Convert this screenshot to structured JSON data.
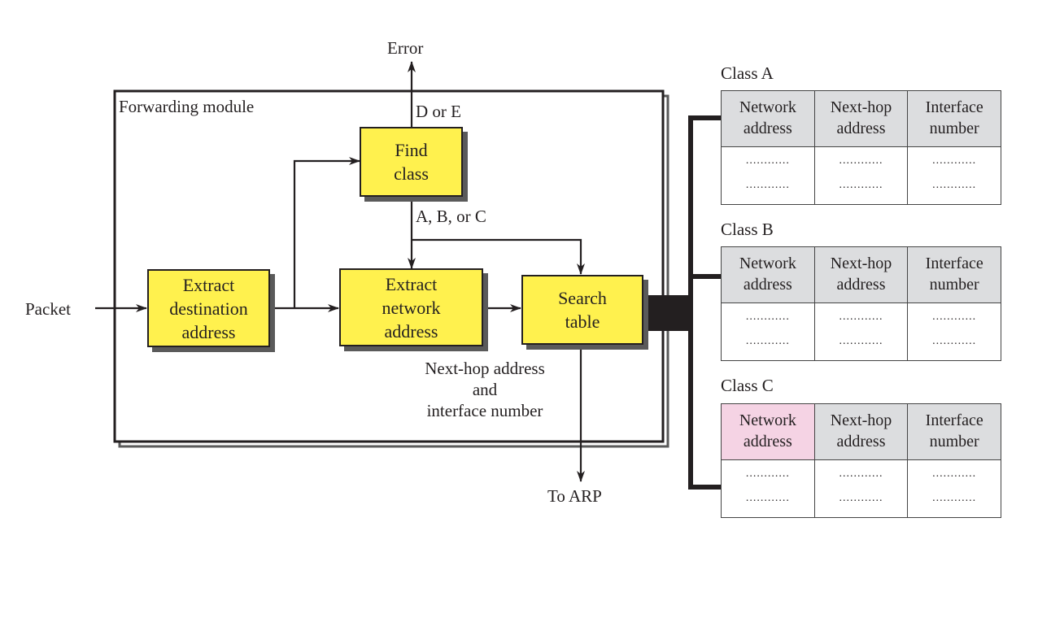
{
  "diagram": {
    "module_label": "Forwarding module",
    "inputs": {
      "packet": "Packet"
    },
    "outputs": {
      "error": "Error",
      "to_arp": "To ARP"
    },
    "edge_labels": {
      "d_or_e": "D or E",
      "a_b_or_c": "A, B, or C",
      "next_hop_line1": "Next-hop address",
      "next_hop_line2": "and",
      "next_hop_line3": "interface number"
    },
    "boxes": {
      "extract_destination": [
        "Extract",
        "destination",
        "address"
      ],
      "find_class": [
        "Find",
        "class"
      ],
      "extract_network": [
        "Extract",
        "network",
        "address"
      ],
      "search_table": [
        "Search",
        "table"
      ]
    },
    "colors": {
      "box_fill": "#fff14e",
      "header_fill": "#dcdddf",
      "highlight_fill": "#f5d3e4",
      "line": "#231f20"
    },
    "tables": [
      {
        "title": "Class A",
        "headers": [
          [
            "Network",
            "address"
          ],
          [
            "Next-hop",
            "address"
          ],
          [
            "Interface",
            "number"
          ]
        ],
        "rows": [
          [
            "............",
            "............",
            "............"
          ],
          [
            "............",
            "............",
            "............"
          ]
        ]
      },
      {
        "title": "Class B",
        "headers": [
          [
            "Network",
            "address"
          ],
          [
            "Next-hop",
            "address"
          ],
          [
            "Interface",
            "number"
          ]
        ],
        "rows": [
          [
            "............",
            "............",
            "............"
          ],
          [
            "............",
            "............",
            "............"
          ]
        ]
      },
      {
        "title": "Class C",
        "headers": [
          [
            "Network",
            "address"
          ],
          [
            "Next-hop",
            "address"
          ],
          [
            "Interface",
            "number"
          ]
        ],
        "highlighted_header": 0,
        "rows": [
          [
            "............",
            "............",
            "............"
          ],
          [
            "............",
            "............",
            "............"
          ]
        ]
      }
    ]
  }
}
